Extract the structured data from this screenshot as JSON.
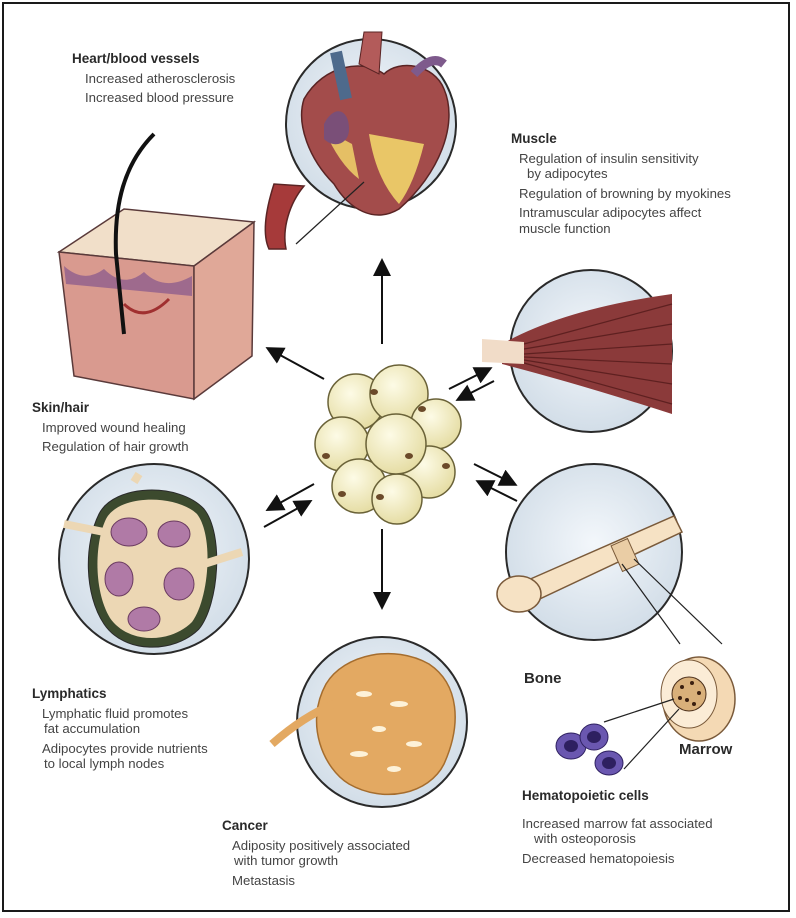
{
  "heart": {
    "title": "Heart/blood vessels",
    "lines": [
      "Increased atherosclerosis",
      "Increased blood pressure"
    ]
  },
  "muscle": {
    "title": "Muscle",
    "lines": [
      "Regulation of insulin sensitivity",
      "by adipocytes",
      "Regulation of browning by myokines",
      "Intramuscular adipocytes affect",
      "muscle function"
    ]
  },
  "skin": {
    "title": "Skin/hair",
    "lines": [
      "Improved wound healing",
      "Regulation of hair growth"
    ]
  },
  "lymph": {
    "title": "Lymphatics",
    "lines": [
      "Lymphatic fluid promotes",
      "fat accumulation",
      "Adipocytes provide nutrients",
      "to local lymph nodes"
    ]
  },
  "cancer": {
    "title": "Cancer",
    "lines": [
      "Adiposity positively associated",
      "with tumor growth",
      "Metastasis"
    ]
  },
  "bone": {
    "label": "Bone"
  },
  "marrow": {
    "label": "Marrow"
  },
  "hemato": {
    "title": "Hematopoietic cells",
    "lines": [
      "Increased marrow fat associated",
      "with osteoporosis",
      "Decreased hematopoiesis"
    ]
  },
  "colors": {
    "circle_fill": "#e4ecf3",
    "circle_stroke": "#2a2a2a",
    "adipocyte": "#f6f1c8",
    "heart": "#a6504f",
    "muscle": "#8b3a3a",
    "cancer": "#e7b673",
    "lymph": "#b98aa9",
    "bone": "#f6e2c4"
  }
}
